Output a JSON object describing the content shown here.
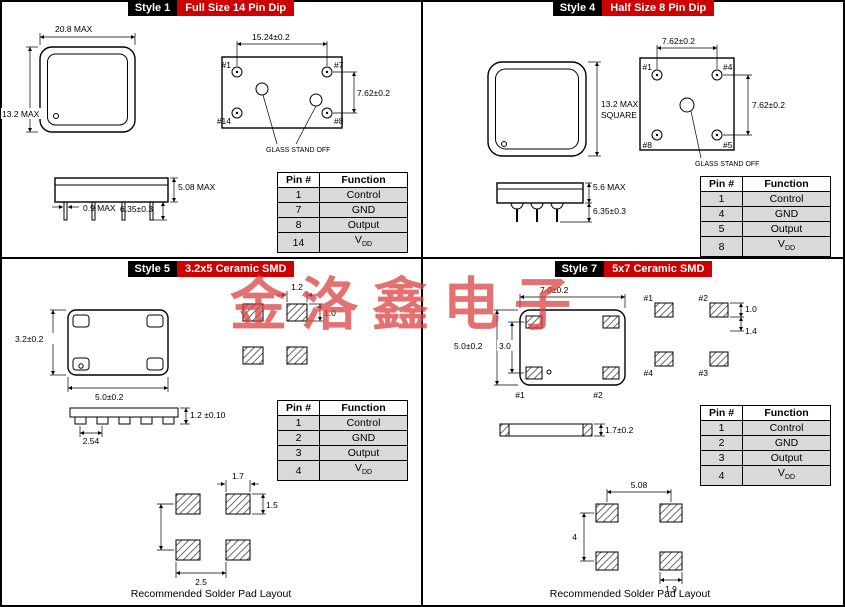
{
  "watermark": "金洛鑫电子",
  "colors": {
    "accent_red": "#CC0000",
    "row_bg": "#D9D9D9"
  },
  "notes": {
    "solder_pad": "Recommended Solder Pad Layout"
  },
  "style1": {
    "label": "Style 1",
    "title": "Full Size 14 Pin Dip",
    "dims": {
      "body_w": "20.8 MAX",
      "body_h": "13.2 MAX",
      "pin_span_x": "15.24±0.2",
      "pin_span_y": "7.62±0.2",
      "glass": "GLASS STAND OFF",
      "height": "5.08 MAX",
      "lead_w": "0.9 MAX",
      "lead_len": "6.35±0.3"
    },
    "pins": {
      "p1": "#1",
      "p7": "#7",
      "p14": "#14",
      "p8": "#8"
    },
    "table": {
      "headers": [
        "Pin #",
        "Function"
      ],
      "rows": [
        [
          "1",
          "Control"
        ],
        [
          "7",
          "GND"
        ],
        [
          "8",
          "Output"
        ],
        [
          "14",
          "VDD"
        ]
      ]
    }
  },
  "style4": {
    "label": "Style 4",
    "title": "Half Size 8 Pin Dip",
    "dims": {
      "body_1": "13.2 MAX",
      "body_2": "SQUARE",
      "pin_span_x": "7.62±0.2",
      "pin_span_y": "7.62±0.2",
      "glass": "GLASS STAND OFF",
      "height": "5.6 MAX",
      "lead_len": "6.35±0.3"
    },
    "pins": {
      "p1": "#1",
      "p4": "#4",
      "p8": "#8",
      "p5": "#5"
    },
    "table": {
      "headers": [
        "Pin #",
        "Function"
      ],
      "rows": [
        [
          "1",
          "Control"
        ],
        [
          "4",
          "GND"
        ],
        [
          "5",
          "Output"
        ],
        [
          "8",
          "VDD"
        ]
      ]
    }
  },
  "style5": {
    "label": "Style 5",
    "title": "3.2x5 Ceramic SMD",
    "dims": {
      "body_w": "5.0±0.2",
      "body_h": "3.2±0.2",
      "pad_w": "1.2",
      "pad_h": "1.0",
      "thickness": "1.2 ±0.10",
      "pitch": "2.54",
      "land_w": "1.7",
      "land_h": "1.5",
      "land_pitch": "2.5"
    },
    "table": {
      "headers": [
        "Pin #",
        "Function"
      ],
      "rows": [
        [
          "1",
          "Control"
        ],
        [
          "2",
          "GND"
        ],
        [
          "3",
          "Output"
        ],
        [
          "4",
          "VDD"
        ]
      ]
    }
  },
  "style7": {
    "label": "Style 7",
    "title": "5x7 Ceramic SMD",
    "dims": {
      "body_w": "7.0±0.2",
      "body_h": "5.0±0.2",
      "row_gap": "3.0",
      "pad_w": "1.0",
      "pad_gap": "1.4",
      "thickness": "1.7±0.2",
      "land_pitch_x": "5.08",
      "land_pitch_y": "4",
      "land_w": "1.9"
    },
    "pins": {
      "p1": "#1",
      "p2": "#2",
      "p3": "#3",
      "p4": "#4",
      "b1": "#1",
      "b2": "#2"
    },
    "table": {
      "headers": [
        "Pin #",
        "Function"
      ],
      "rows": [
        [
          "1",
          "Control"
        ],
        [
          "2",
          "GND"
        ],
        [
          "3",
          "Output"
        ],
        [
          "4",
          "VDD"
        ]
      ]
    }
  }
}
